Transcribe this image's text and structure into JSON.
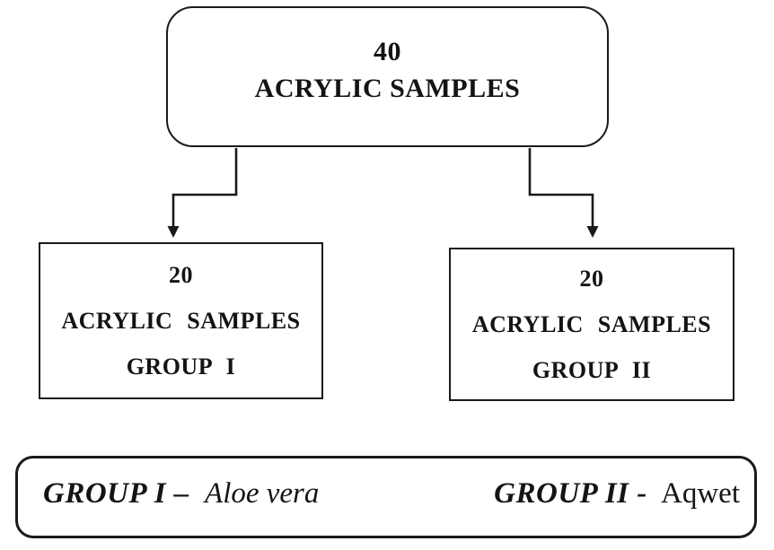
{
  "diagram": {
    "title_semantic": "Acrylic samples grouping flowchart",
    "boxes": {
      "root": {
        "line1": "40",
        "line2": "ACRYLIC SAMPLES"
      },
      "group1": {
        "line1": "20",
        "line2": "ACRYLIC SAMPLES",
        "line3": "GROUP I"
      },
      "group2": {
        "line1": "20",
        "line2": "ACRYLIC SAMPLES",
        "line3": "GROUP II"
      }
    },
    "legend": {
      "group1_label": "GROUP I –",
      "group1_value": "Aloe vera",
      "group2_label": "GROUP II -",
      "group2_value": "Aqwet"
    },
    "colors": {
      "ink": "#1a1a1a",
      "background": "#ffffff"
    }
  }
}
